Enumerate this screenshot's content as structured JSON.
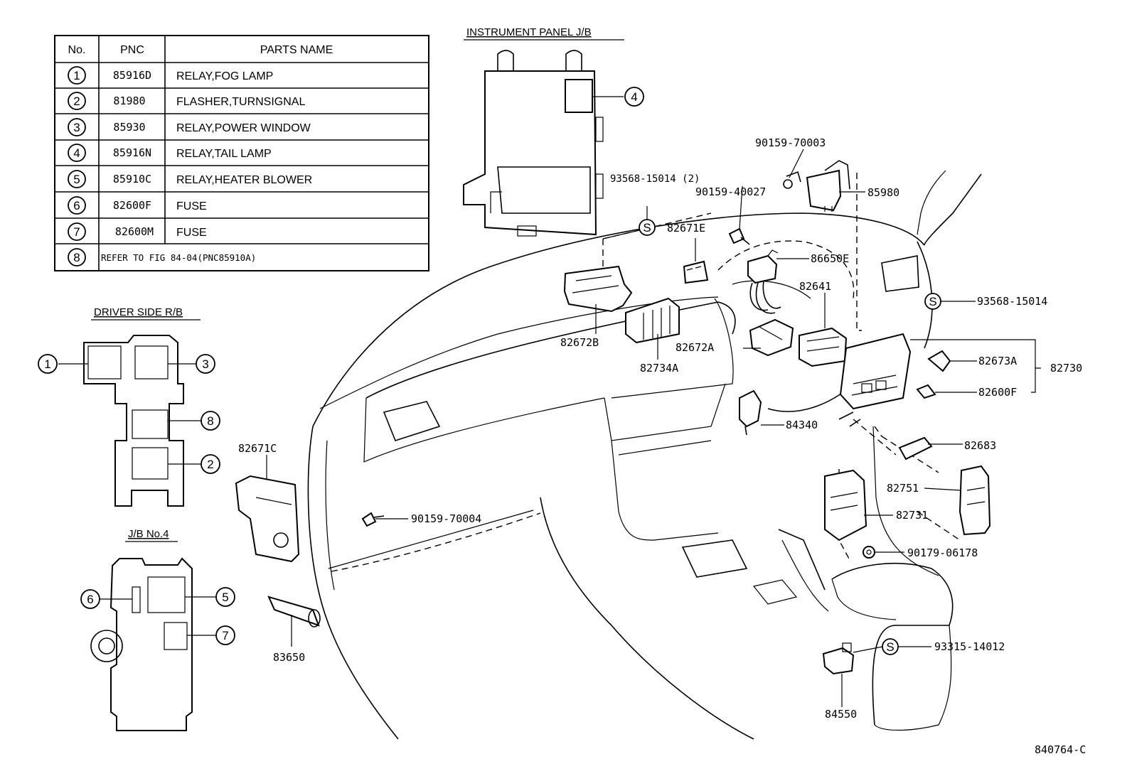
{
  "parts_table": {
    "headers": [
      "No.",
      "PNC",
      "PARTS NAME"
    ],
    "rows": [
      {
        "no": "1",
        "pnc": "85916D",
        "name": "RELAY,FOG LAMP"
      },
      {
        "no": "2",
        "pnc": "81980",
        "name": "FLASHER,TURNSIGNAL"
      },
      {
        "no": "3",
        "pnc": "85930",
        "name": "RELAY,POWER WINDOW"
      },
      {
        "no": "4",
        "pnc": "85916N",
        "name": "RELAY,TAIL LAMP"
      },
      {
        "no": "5",
        "pnc": "85910C",
        "name": "RELAY,HEATER BLOWER"
      },
      {
        "no": "6",
        "pnc": "82600F",
        "name": "FUSE"
      },
      {
        "no": "7",
        "pnc": "82600M",
        "name": "FUSE"
      },
      {
        "no": "8",
        "pnc": "",
        "name": "REFER TO FIG 84-04(PNC85910A)"
      }
    ]
  },
  "sections": {
    "instrument_panel": "INSTRUMENT PANEL J/B",
    "driver_side": "DRIVER SIDE R/B",
    "jb4": "J/B No.4"
  },
  "callout_numbers": {
    "ip_4": "4",
    "ds_1": "1",
    "ds_3": "3",
    "ds_8": "8",
    "ds_2": "2",
    "jb_6": "6",
    "jb_5": "5",
    "jb_7": "7"
  },
  "parts": {
    "p90159_70003": "90159-70003",
    "p93568_15014_2": "93568-15014 (2)",
    "p90159_40027": "90159-40027",
    "p85980": "85980",
    "p82671E": "82671E",
    "p86650E": "86650E",
    "p82641": "82641",
    "p93568_15014": "93568-15014",
    "p82672B": "82672B",
    "p82672A": "82672A",
    "p82734A": "82734A",
    "p82673A": "82673A",
    "p82730": "82730",
    "p82600F": "82600F",
    "p84340": "84340",
    "p82683": "82683",
    "p82671C": "82671C",
    "p82751": "82751",
    "p90159_70004": "90159-70004",
    "p82731": "82731",
    "p90179_06178": "90179-06178",
    "p83650": "83650",
    "p93315_14012": "93315-14012",
    "p84550": "84550"
  },
  "s_symbol": "S",
  "figure_id": "840764-C"
}
